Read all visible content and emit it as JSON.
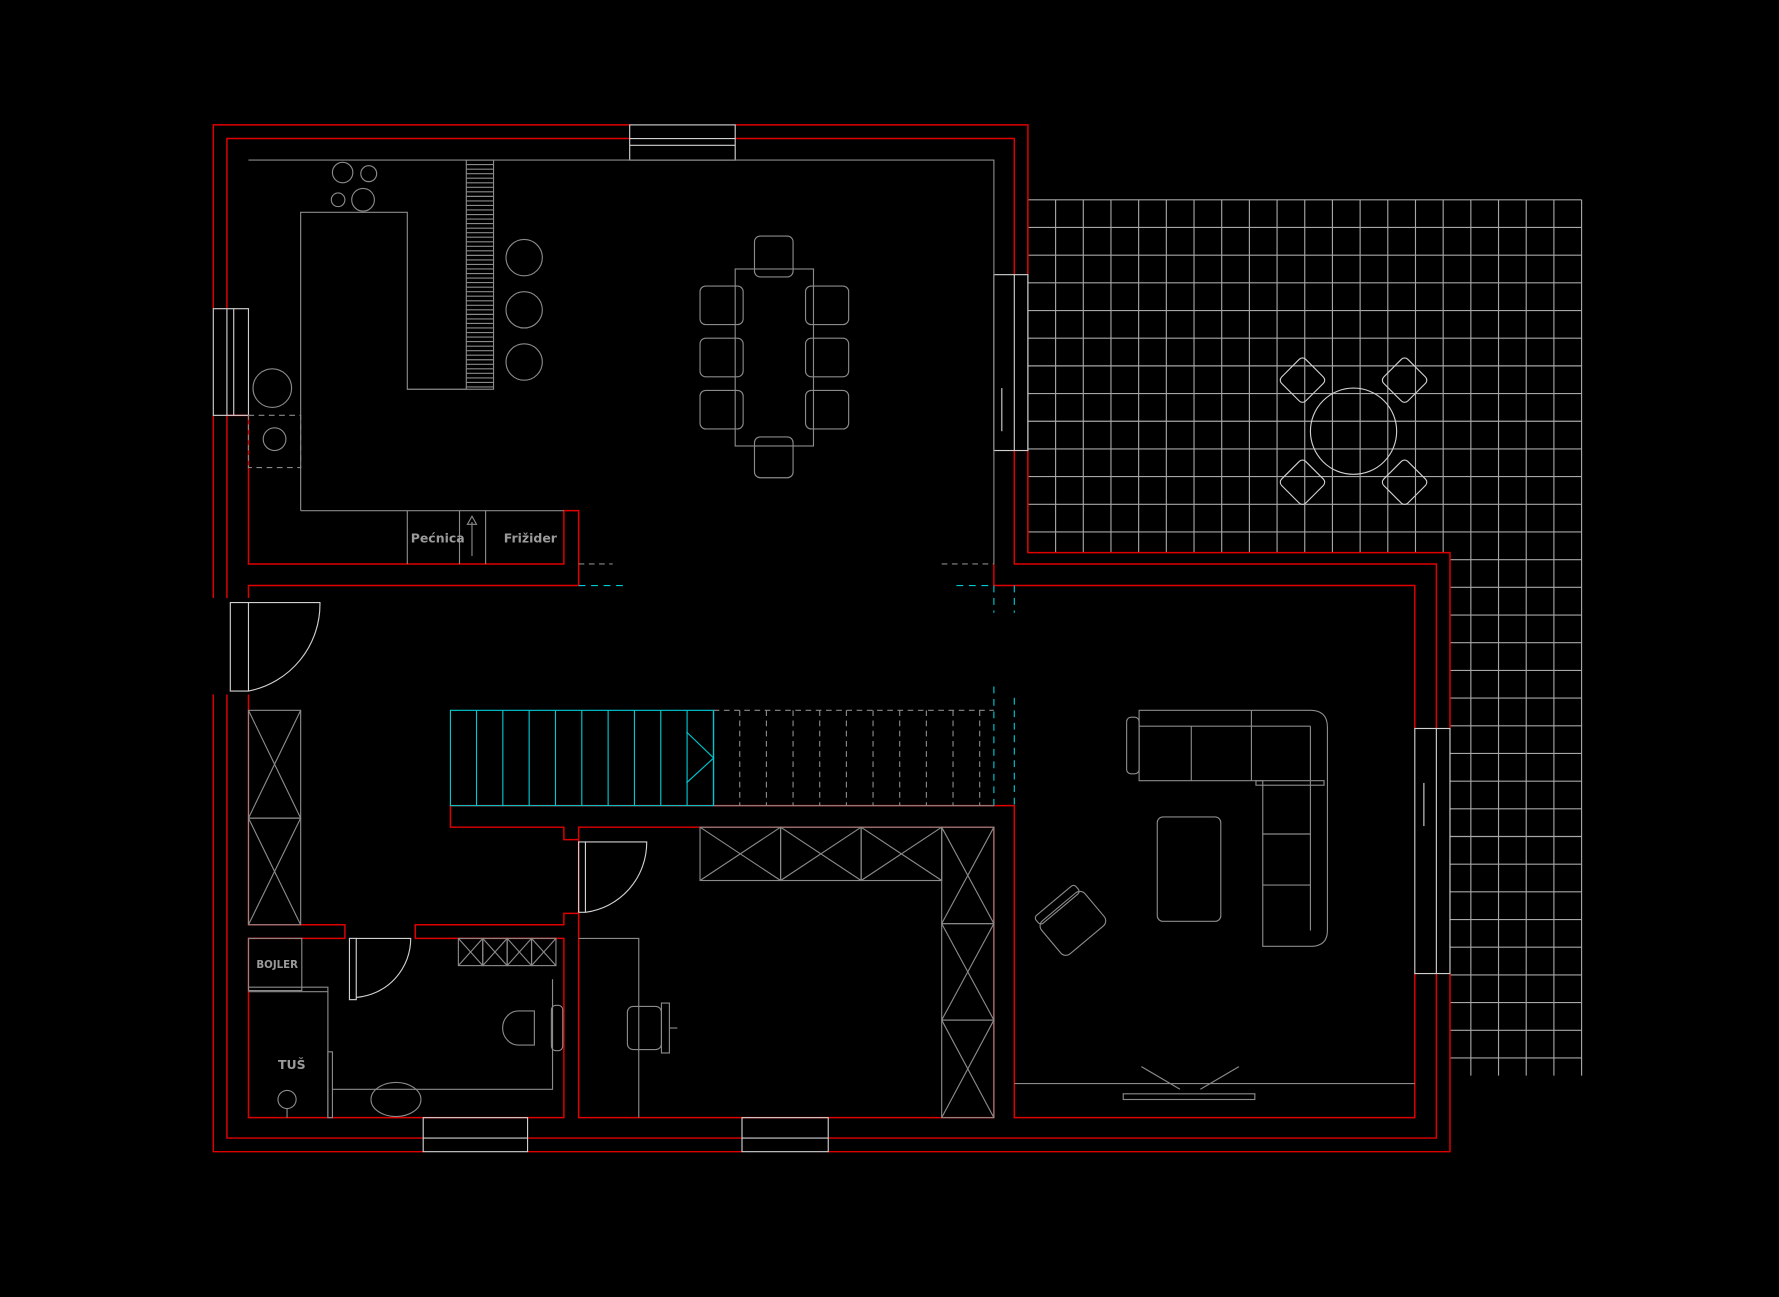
{
  "labels": {
    "oven": "Pećnica",
    "fridge": "Frižider",
    "boiler": "BOJLER",
    "shower": "TUŠ"
  },
  "colors": {
    "background": "#000000",
    "walls": "#e00000",
    "furniture": "#8a8a8a",
    "stairs": "#00c8d0"
  }
}
